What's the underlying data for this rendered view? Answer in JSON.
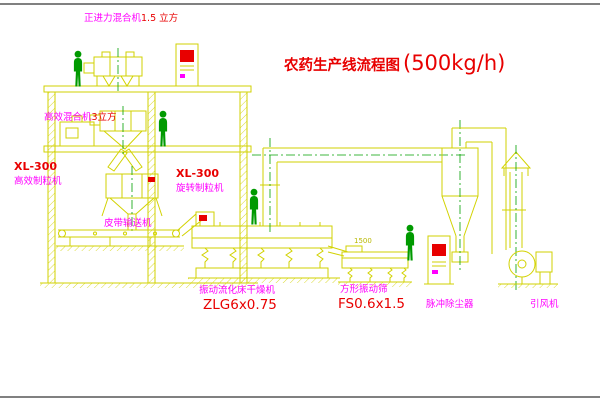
{
  "diagram": {
    "title": "农药生产线流程图",
    "capacity": "(500kg/h)"
  },
  "labels": {
    "top_mixer_name": "正进力混合机",
    "top_mixer_size": "1.5 立方",
    "floor_mixer_name": "高效混合机",
    "floor_mixer_size": "3立方",
    "granulator_left_model": "XL-300",
    "granulator_left_name": "高效制粒机",
    "granulator_right_model": "XL-300",
    "granulator_right_name": "旋转制粒机",
    "belt_conveyor": "皮带输送机",
    "dryer_name": "振动流化床干燥机",
    "dryer_model": "ZLG6x0.75",
    "sieve_name": "方形振动筛",
    "sieve_model": "FS0.6x1.5",
    "dust_collector": "脉冲除尘器",
    "induced_fan": "引风机",
    "sieve_dim": "1500"
  },
  "colors": {
    "drawing_line": "#d2d200",
    "figure_green": "#009a00",
    "label_magenta": "#ff00ff",
    "model_red": "#e80000",
    "background": "#ffffff"
  }
}
